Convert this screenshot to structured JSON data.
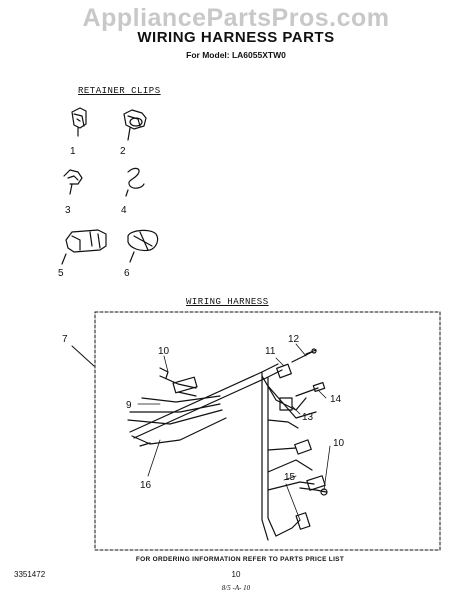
{
  "watermark": "AppliancePartsPros.com",
  "title": "WIRING HARNESS PARTS",
  "model_line": "For Model: LA6055XTW0",
  "sections": {
    "retainer_clips": "RETAINER CLIPS",
    "wiring_harness": "WIRING HARNESS"
  },
  "clip_labels": [
    "1",
    "2",
    "3",
    "4",
    "5",
    "6"
  ],
  "harness_labels": {
    "item7": "7",
    "item9": "9",
    "item10a": "10",
    "item10b": "10",
    "item11": "11",
    "item12": "12",
    "item13": "13",
    "item14": "14",
    "item15": "15",
    "item16": "16"
  },
  "footer_note": "FOR ORDERING INFORMATION REFER TO PARTS PRICE LIST",
  "doc_number": "3351472",
  "page_number": "10",
  "revision_mark": "8/5 -A- 10"
}
